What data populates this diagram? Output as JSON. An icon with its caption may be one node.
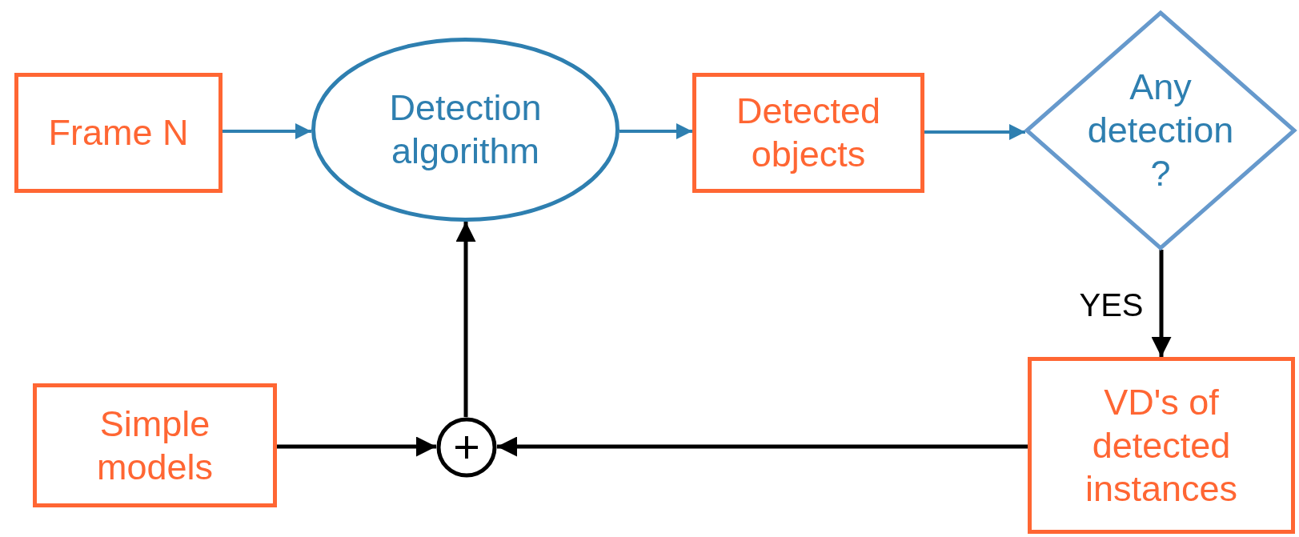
{
  "diagram": {
    "nodes": [
      {
        "text": [
          "Frame N"
        ]
      },
      {
        "text": [
          "Detection algorithm"
        ]
      },
      {
        "text": [
          "Detected objects"
        ]
      },
      {
        "text": [
          "Any detection ?"
        ]
      },
      {
        "text": [
          "Simple models"
        ]
      },
      {
        "text": [],
        "shape": "circle"
      },
      {
        "text": [
          "VD's of detected instances"
        ]
      }
    ],
    "edges": [
      {
        "from": 0,
        "to": 1,
        "arrow": "to",
        "color": "#2e7fb0"
      },
      {
        "from": 1,
        "to": 2,
        "arrow": "to",
        "color": "#2e7fb0"
      },
      {
        "from": 2,
        "to": 3,
        "arrow": "to",
        "color": "#2e7fb0"
      },
      {
        "from": 3,
        "to": 6,
        "arrow": "to",
        "label": "YES"
      },
      {
        "from": 4,
        "to": 5,
        "arrow": "to"
      },
      {
        "from": 6,
        "to": 5,
        "arrow": "to"
      },
      {
        "from": 5,
        "to": 1,
        "arrow": "to"
      }
    ]
  }
}
